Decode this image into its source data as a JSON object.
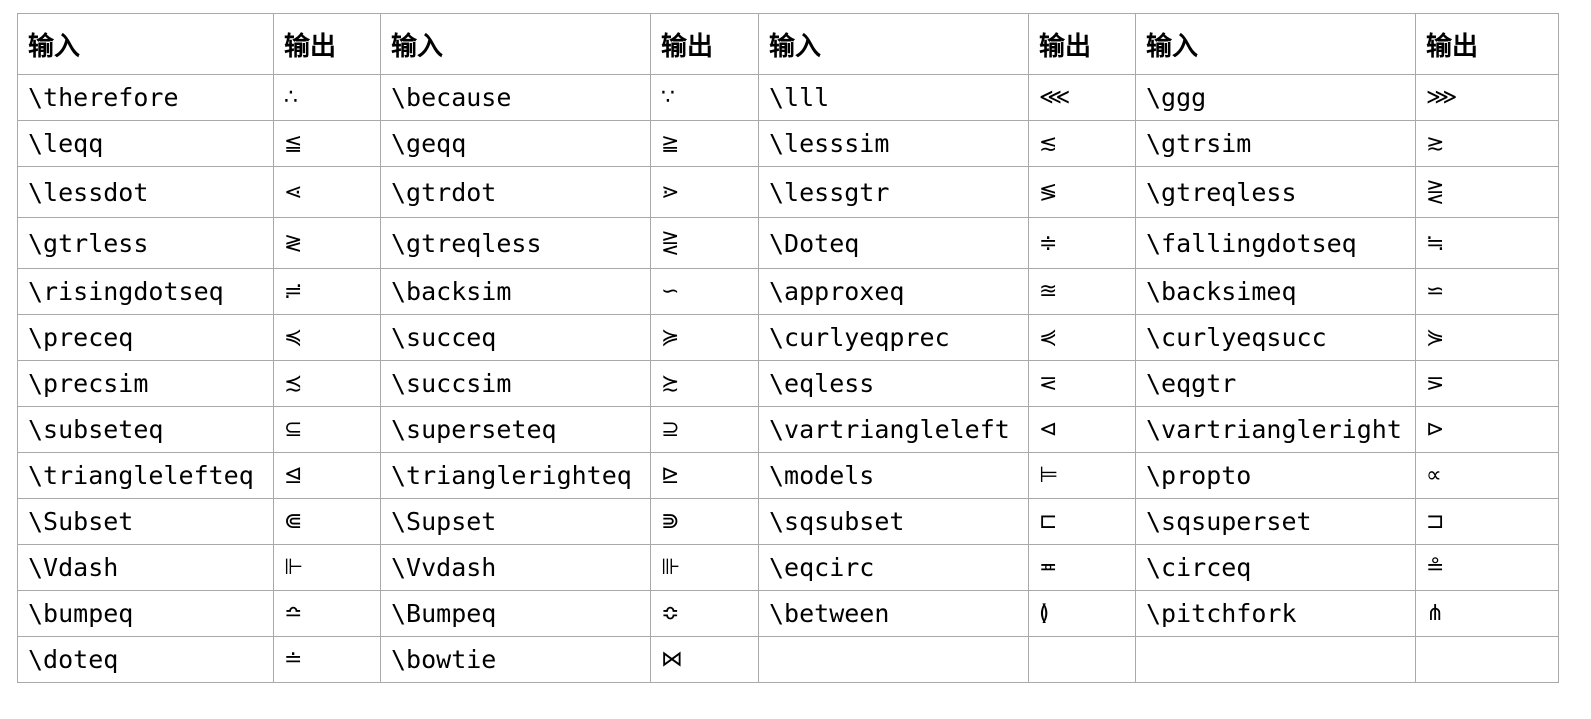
{
  "table": {
    "headers": [
      "输入",
      "输出",
      "输入",
      "输出",
      "输入",
      "输出",
      "输入",
      "输出"
    ],
    "rows": [
      [
        "\\therefore",
        "∴",
        "\\because",
        "∵",
        "\\lll",
        "⋘",
        "\\ggg",
        "⋙"
      ],
      [
        "\\leqq",
        "≦",
        "\\geqq",
        "≧",
        "\\lesssim",
        "≲",
        "\\gtrsim",
        "≳"
      ],
      [
        "\\lessdot",
        "⋖",
        "\\gtrdot",
        "⋗",
        "\\lessgtr",
        "≶",
        "\\gtreqless",
        "⋛"
      ],
      [
        "\\gtrless",
        "≷",
        "\\gtreqless",
        "⋛",
        "\\Doteq",
        "≑",
        "\\fallingdotseq",
        "≒"
      ],
      [
        "\\risingdotseq",
        "≓",
        "\\backsim",
        "∽",
        "\\approxeq",
        "≊",
        "\\backsimeq",
        "⋍"
      ],
      [
        "\\preceq",
        "≼",
        "\\succeq",
        "≽",
        "\\curlyeqprec",
        "⋞",
        "\\curlyeqsucc",
        "⋟"
      ],
      [
        "\\precsim",
        "≾",
        "\\succsim",
        "≿",
        "\\eqless",
        "⋜",
        "\\eqgtr",
        "⋝"
      ],
      [
        "\\subseteq",
        "⊆",
        "\\superseteq",
        "⊇",
        "\\vartriangleleft",
        "⊲",
        "\\vartriangleright",
        "⊳"
      ],
      [
        "\\trianglelefteq",
        "⊴",
        "\\trianglerighteq",
        "⊵",
        "\\models",
        "⊨",
        "\\propto",
        "∝"
      ],
      [
        "\\Subset",
        "⋐",
        "\\Supset",
        "⋑",
        "\\sqsubset",
        "⊏",
        "\\sqsuperset",
        "⊐"
      ],
      [
        "\\Vdash",
        "⊩",
        "\\Vvdash",
        "⊪",
        "\\eqcirc",
        "≖",
        "\\circeq",
        "≗"
      ],
      [
        "\\bumpeq",
        "≏",
        "\\Bumpeq",
        "≎",
        "\\between",
        "≬",
        "\\pitchfork",
        "⋔"
      ],
      [
        "\\doteq",
        "≐",
        "\\bowtie",
        "⋈",
        "",
        "",
        "",
        ""
      ]
    ]
  }
}
